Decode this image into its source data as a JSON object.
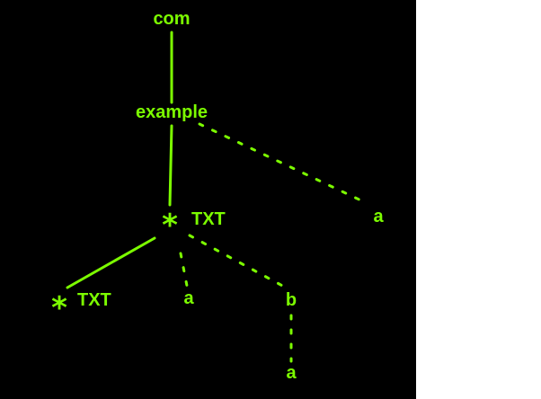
{
  "colors": {
    "background": "#000000",
    "accent": "#7cfc00"
  },
  "nodes": {
    "com": "com",
    "example": "example",
    "wildcard_top": {
      "star": "*",
      "label": "TXT"
    },
    "a_right": "a",
    "wildcard_left": {
      "star": "*",
      "label": "TXT"
    },
    "a_mid": "a",
    "b": "b",
    "a_bottom": "a"
  }
}
